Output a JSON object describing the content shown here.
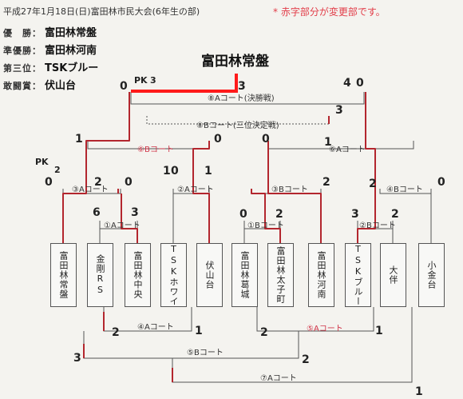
{
  "header": {
    "title": "平成27年1月18日(日)富田林市民大会(6年生の部)",
    "note": "* 赤字部分が変更部です。"
  },
  "awards": [
    {
      "label": "優　勝：",
      "value": "富田林常盤"
    },
    {
      "label": "準優勝：",
      "value": "富田林河南"
    },
    {
      "label": "第三位：",
      "value": "TSKブルー"
    },
    {
      "label": "敢闘賞：",
      "value": "伏山台"
    }
  ],
  "champion_label": "富田林常盤",
  "teams": [
    "富田林常盤",
    "金剛RS",
    "富田林中央",
    "TSKホワイト",
    "伏山台",
    "富田林葛城",
    "富田林太子町",
    "富田林河南",
    "TSKブルー",
    "大伴",
    "小金台"
  ],
  "matches": [
    {
      "label": "⑧Aコート(決勝戦)",
      "changed": false
    },
    {
      "label": "⑧Bコート(三位決定戦)",
      "changed": false
    },
    {
      "label": "⑥Bコート",
      "changed": true
    },
    {
      "label": "⑥Aコート",
      "changed": false
    },
    {
      "label": "③Aコート",
      "changed": false
    },
    {
      "label": "②Aコート",
      "changed": false
    },
    {
      "label": "③Bコート",
      "changed": false
    },
    {
      "label": "④Bコート",
      "changed": false
    },
    {
      "label": "①Aコート",
      "changed": false
    },
    {
      "label": "①Bコート",
      "changed": false
    },
    {
      "label": "②Bコート",
      "changed": false
    },
    {
      "label": "④Aコート",
      "changed": false
    },
    {
      "label": "⑤Aコート",
      "changed": true
    },
    {
      "label": "⑤Bコート",
      "changed": false
    },
    {
      "label": "⑦Aコート",
      "changed": false
    }
  ],
  "scores": [
    "0",
    "3",
    "4",
    "0",
    "3",
    "1",
    "0",
    "0",
    "1",
    "2",
    "0",
    "0",
    "1",
    "0",
    "1",
    "2",
    "2",
    "0",
    "6",
    "3",
    "0",
    "2",
    "3",
    "2",
    "2",
    "1",
    "2",
    "1",
    "3",
    "2",
    "1"
  ],
  "pk_marks": [
    "PK",
    "3",
    "PK",
    "2"
  ],
  "colors": {
    "winner_line": "#b3262e",
    "final_line": "#ff1a1a",
    "changed_text": "#d0364a",
    "note_text": "#e23c48"
  }
}
